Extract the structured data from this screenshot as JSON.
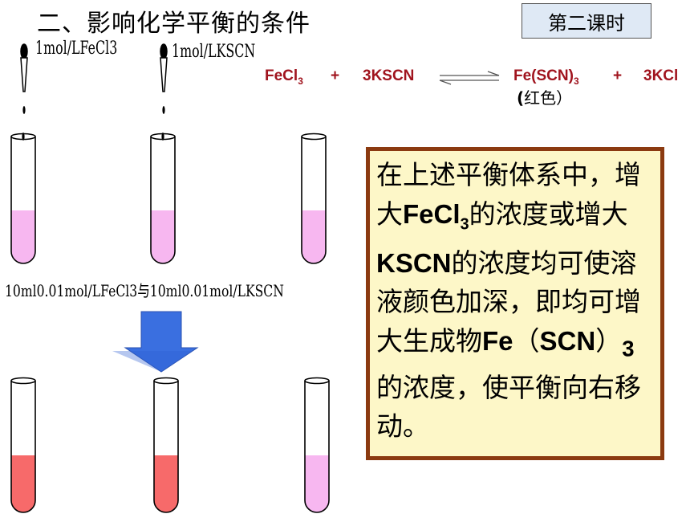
{
  "slide": {
    "title": "二、影响化学平衡的条件",
    "lesson_label": "第二课时"
  },
  "reagents": {
    "left": "1mol/LFeCl3",
    "right": "1mol/LKSCN"
  },
  "equation": {
    "reactant1": "FeCl",
    "reactant1_sub": "3",
    "plus1": "+",
    "reactant2": "3KSCN",
    "product1": "Fe(SCN)",
    "product1_sub": "3",
    "plus2": "+",
    "product2": "3KCl",
    "note_open": "(",
    "note_text": "红色）"
  },
  "caption": "10ml0.01mol/LFeCl3与10ml0.01mol/LKSCN",
  "explanation": {
    "line_start": "在上述平衡体系中，增大",
    "feclt": "FeCl",
    "feclt_sub": "3",
    "mid1": "的浓度或增大",
    "kscn": "KSCN",
    "mid2": "的浓度均可使溶液颜色加深，即均可增大生成物",
    "fe": "Fe",
    "paren_open": "（",
    "scn": "SCN",
    "paren_close": "）",
    "scn_sub": "3",
    "end": "的浓度，使平衡向右移动。"
  },
  "colors": {
    "equation_red": "#a0141e",
    "pink_solution": "#f7b7f0",
    "red_solution": "#f76a6a",
    "arrow_blue": "#3a6fe0",
    "panel_border": "#8b3a10",
    "panel_fill": "#fdf7c8"
  }
}
